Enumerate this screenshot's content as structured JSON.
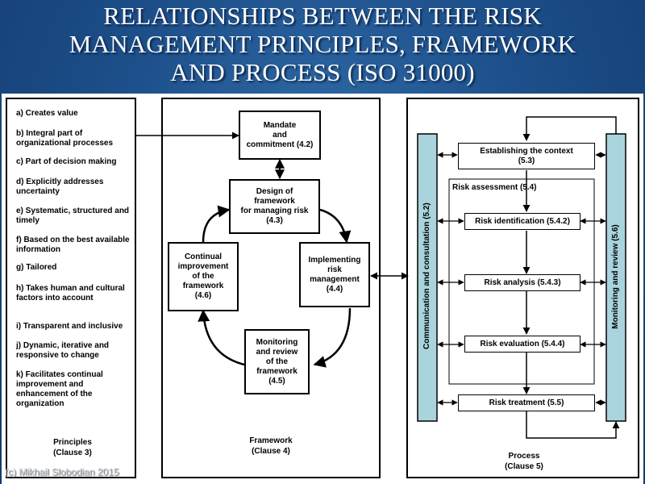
{
  "title": {
    "lines": [
      "RELATIONSHIPS BETWEEN THE RISK",
      "MANAGEMENT PRINCIPLES, FRAMEWORK",
      "AND PROCESS (ISO 31000)"
    ]
  },
  "principles": {
    "items": [
      "a) Creates value",
      "b) Integral part of organizational processes",
      "c) Part of decision making",
      "d) Explicitly addresses uncertainty",
      "e) Systematic, structured and timely",
      "f) Based on the best available information",
      "g) Tailored",
      "h) Takes human and cultural factors into account",
      "i) Transparent and inclusive",
      "j) Dynamic, iterative and responsive to change",
      "k) Facilitates continual improvement and enhancement of the organization"
    ],
    "label": "Principles\n(Clause 3)"
  },
  "framework": {
    "mandate": "Mandate\nand\ncommitment (4.2)",
    "design": "Design of\nframework\nfor managing risk\n(4.3)",
    "implementing": "Implementing\nrisk\nmanagement\n(4.4)",
    "monitoring": "Monitoring\nand review\nof the\nframework\n(4.5)",
    "continual": "Continual\nimprovement\nof the\nframework\n(4.6)",
    "label": "Framework\n(Clause 4)"
  },
  "process": {
    "context": "Establishing the context\n(5.3)",
    "assessment": "Risk  assessment (5.4)",
    "identification": "Risk identification (5.4.2)",
    "analysis": "Risk analysis (5.4.3)",
    "evaluation": "Risk evaluation (5.4.4)",
    "treatment": "Risk treatment (5.5)",
    "communication": "Communication and consultation (5.2)",
    "monitoring": "Monitoring and review (5.6)",
    "label": "Process\n(Clause 5)"
  },
  "watermark": "(c) Mikhail Slobodian 2015"
}
